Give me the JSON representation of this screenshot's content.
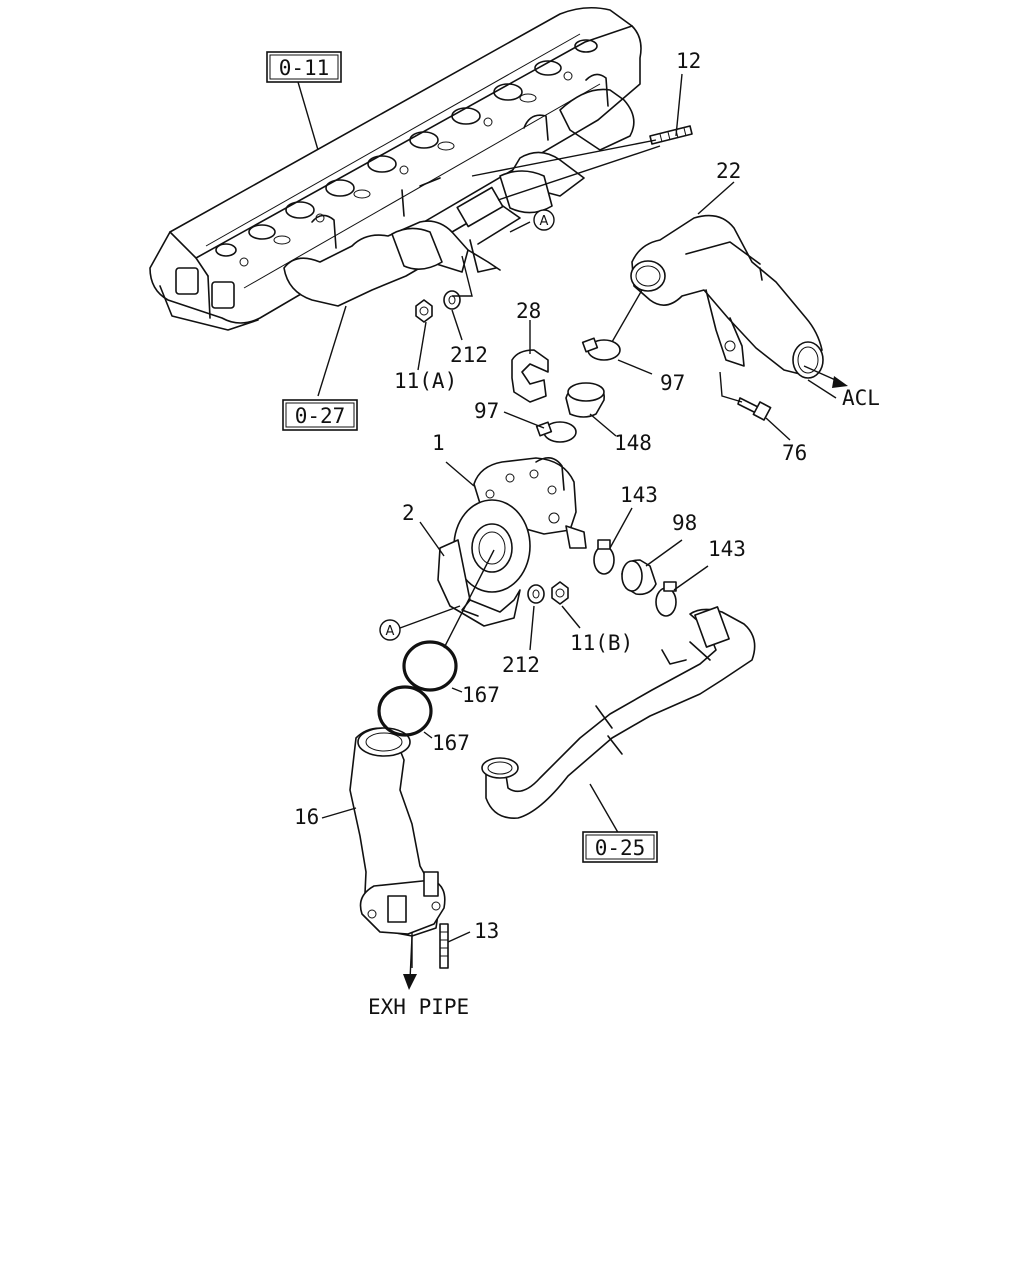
{
  "diagram": {
    "ref_boxes": {
      "cyl_head": "0-11",
      "exh_manifold": "0-27",
      "oil_pipe": "0-25"
    },
    "callouts": {
      "stud_upper": "12",
      "intake_duct": "22",
      "gasket_upper": "212",
      "nut_a": "11(A)",
      "bracket_clip": "28",
      "clamp_upper_right": "97",
      "clamp_upper_left": "97",
      "hose_148": "148",
      "bolt": "76",
      "turbocharger": "1",
      "bracket": "2",
      "clip_143_left": "143",
      "hose_98": "98",
      "clip_143_right": "143",
      "gasket_lower": "212",
      "nut_b": "11(B)",
      "ring_upper": "167",
      "ring_lower": "167",
      "exhaust_pipe": "16",
      "stud_lower": "13"
    },
    "connector_marks": {
      "upper": "A",
      "lower": "A"
    },
    "destinations": {
      "acl": "ACL",
      "exh_pipe": "EXH PIPE"
    }
  }
}
